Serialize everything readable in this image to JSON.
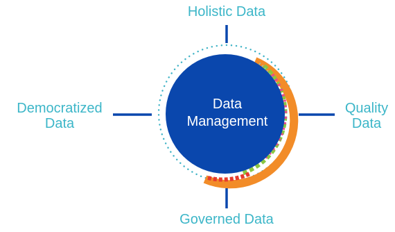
{
  "diagram": {
    "center": {
      "line1": "Data",
      "line2": "Management"
    },
    "nodes": {
      "top": "Holistic Data",
      "left_line1": "Democratized",
      "left_line2": "Data",
      "right_line1": "Quality",
      "right_line2": "Data",
      "bottom": "Governed Data"
    },
    "colors": {
      "circle": "#0a47ad",
      "connector": "#0a47ad",
      "label": "#3cb6c8",
      "dots": "#3fb3c6",
      "center_text": "#ffffff"
    }
  }
}
